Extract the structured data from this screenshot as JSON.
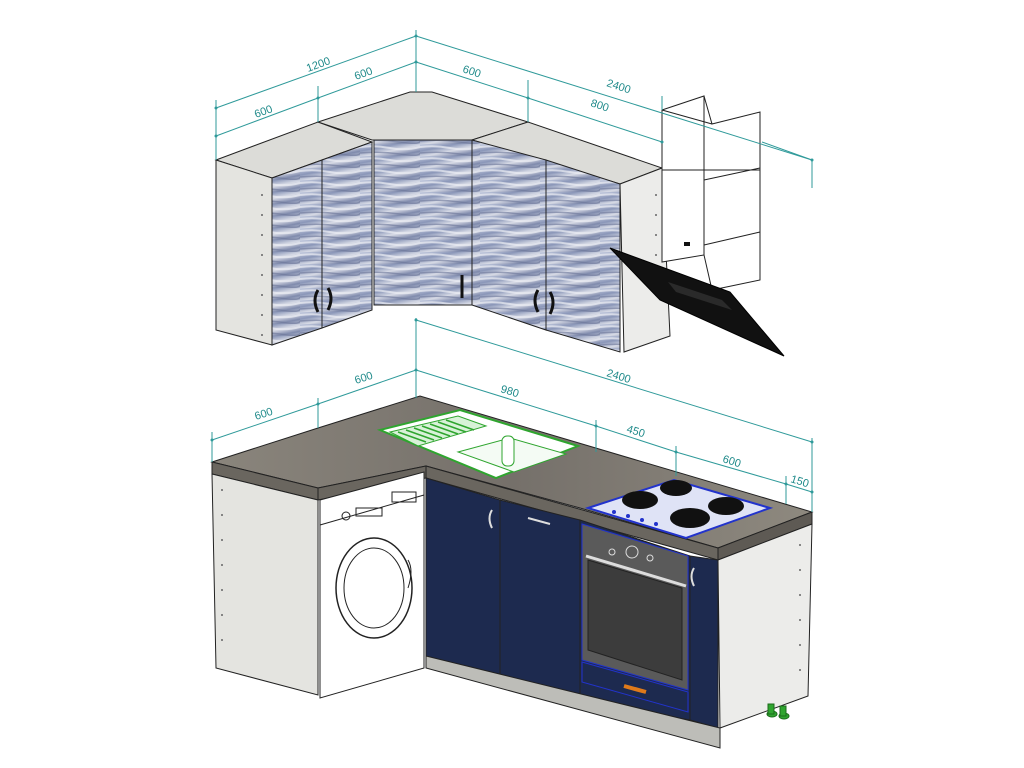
{
  "dimensions": {
    "upper_total_left": "1200",
    "upper_left_a": "600",
    "upper_left_b": "600",
    "upper_right_a": "600",
    "upper_right_b": "800",
    "upper_total_right": "2400",
    "lower_left_a": "600",
    "lower_left_b": "600",
    "lower_sink": "980",
    "lower_gap": "450",
    "lower_hob": "600",
    "lower_end": "150",
    "lower_total_right": "2400"
  },
  "colors": {
    "dimension": "#2f9a9a",
    "countertop": "#7d776d",
    "cabinet_navy": "#1d2a4f",
    "cabinet_side": "#e6e6e2",
    "sink_green": "#2fa52f",
    "hob_blue": "#2233cc",
    "oven_handle": "#e07a1a"
  }
}
